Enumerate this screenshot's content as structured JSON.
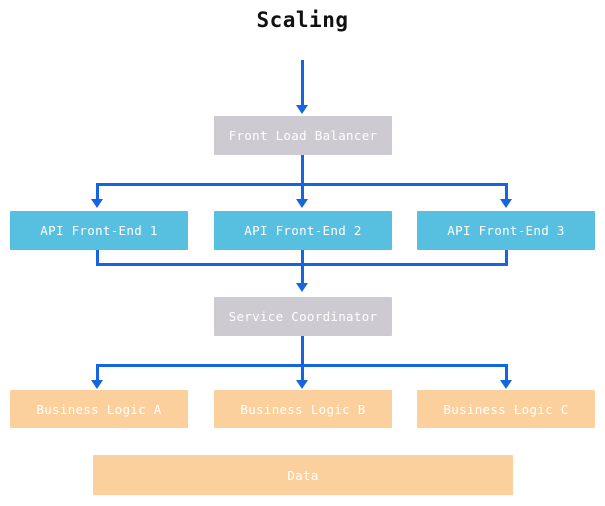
{
  "diagram": {
    "title": "Scaling",
    "nodes": {
      "front_load_balancer": "Front Load Balancer",
      "api_front_end_1": "API Front-End 1",
      "api_front_end_2": "API Front-End 2",
      "api_front_end_3": "API Front-End 3",
      "service_coordinator": "Service Coordinator",
      "business_logic_a": "Business Logic A",
      "business_logic_b": "Business Logic B",
      "business_logic_c": "Business Logic C",
      "data": "Data"
    },
    "colors": {
      "background": "#ffffff",
      "title_text": "#111111",
      "node_gray": "#cdcad1",
      "node_blue": "#57c0e0",
      "node_orange": "#fcd09c",
      "node_text": "#ffffff",
      "connector": "#1565e0"
    },
    "edges": [
      {
        "from": "input",
        "to": "front_load_balancer"
      },
      {
        "from": "front_load_balancer",
        "to": "api_front_end_1"
      },
      {
        "from": "front_load_balancer",
        "to": "api_front_end_2"
      },
      {
        "from": "front_load_balancer",
        "to": "api_front_end_3"
      },
      {
        "from": "api_front_end_1",
        "to": "service_coordinator"
      },
      {
        "from": "api_front_end_2",
        "to": "service_coordinator"
      },
      {
        "from": "api_front_end_3",
        "to": "service_coordinator"
      },
      {
        "from": "service_coordinator",
        "to": "business_logic_a"
      },
      {
        "from": "service_coordinator",
        "to": "business_logic_b"
      },
      {
        "from": "service_coordinator",
        "to": "business_logic_c"
      }
    ]
  }
}
